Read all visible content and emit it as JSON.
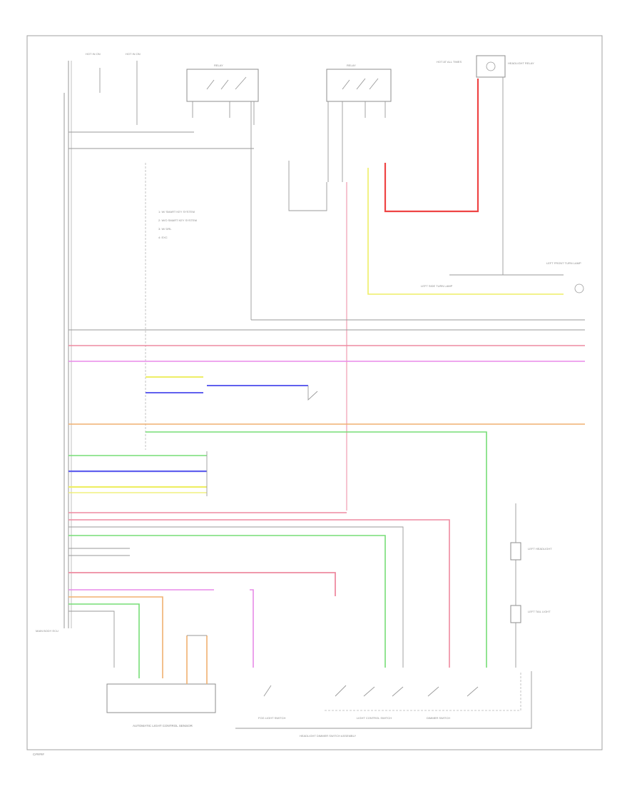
{
  "page_label": "C#####",
  "colors": {
    "red": "#ee4444",
    "pink": "#ee8aa0",
    "violet": "#e88ae8",
    "yellow": "#eeee66",
    "blue": "#6060ee",
    "green": "#77dd77",
    "orange": "#f0b070",
    "gray": "#9a9a9a",
    "dark": "#707070"
  },
  "components": {
    "top_fuse_1": "HOT IN ON",
    "top_fuse_2": "HOT IN ON",
    "top_right_fuse": "HOT AT ALL TIMES",
    "relay_box_1": "RELAY",
    "relay_box_2": "RELAY",
    "top_right_component": "HEADLIGHT RELAY",
    "left_body_ecu": "MAIN BODY ECU",
    "option_list": [
      "1: W/ SMART KEY SYSTEM",
      "2: W/O SMART KEY SYSTEM",
      "3: W/ DRL",
      "4: EXC"
    ],
    "right_side_label": "LEFT FRONT TURN LAMP",
    "mid_right_label": "LEFT SIDE TURN LAMP",
    "bottom_assembly": "HEADLIGHT DIMMER SWITCH ASSEMBLY",
    "light_control_switch": "LIGHT CONTROL SWITCH",
    "dimmer_switch": "DIMMER SWITCH",
    "fog_light_switch": "FOG LIGHT SWITCH",
    "auto_light_sensor": "AUTOMATIC LIGHT CONTROL SENSOR",
    "right_lamp_1": "LEFT HEADLIGHT",
    "right_lamp_2": "LEFT TAIL LIGHT"
  }
}
